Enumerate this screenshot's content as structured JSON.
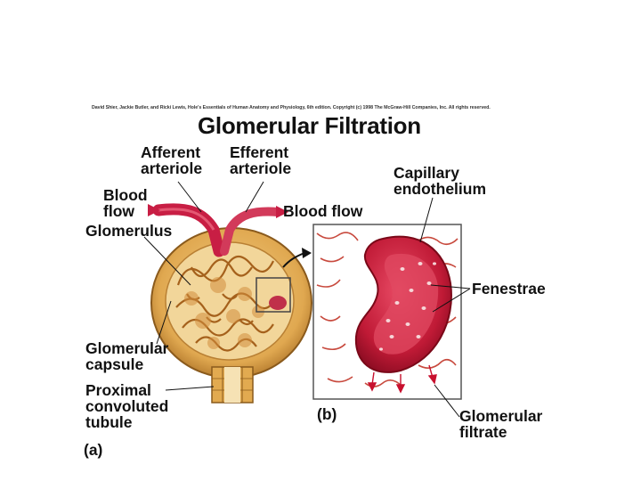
{
  "credit": "David Shier, Jackie Butler, and Ricki Lewis, Hole's Essentials of Human Anatomy and Physiology, 6th edition. Copyright (c) 1998 The McGraw-Hill Companies, Inc. All rights reserved.",
  "title": "Glomerular Filtration",
  "labels": {
    "afferent": [
      "Afferent",
      "arteriole"
    ],
    "efferent": [
      "Efferent",
      "arteriole"
    ],
    "blood_flow_in": [
      "Blood",
      "flow"
    ],
    "blood_flow_out": "Blood flow",
    "glomerulus": "Glomerulus",
    "capsule": [
      "Glomerular",
      "capsule"
    ],
    "tubule": [
      "Proximal",
      "convoluted",
      "tubule"
    ],
    "part_a": "(a)",
    "capillary": [
      "Capillary",
      "endothelium"
    ],
    "fenestrae": "Fenestrae",
    "part_b": "(b)",
    "filtrate": [
      "Glomerular",
      "filtrate"
    ]
  },
  "colors": {
    "capsule": "#e6b35a",
    "capsule_dark": "#b07a2a",
    "vessel": "#cc2244",
    "capillary": "#b8102e",
    "capillary_light": "#e0405a",
    "panel_border": "#555555"
  }
}
